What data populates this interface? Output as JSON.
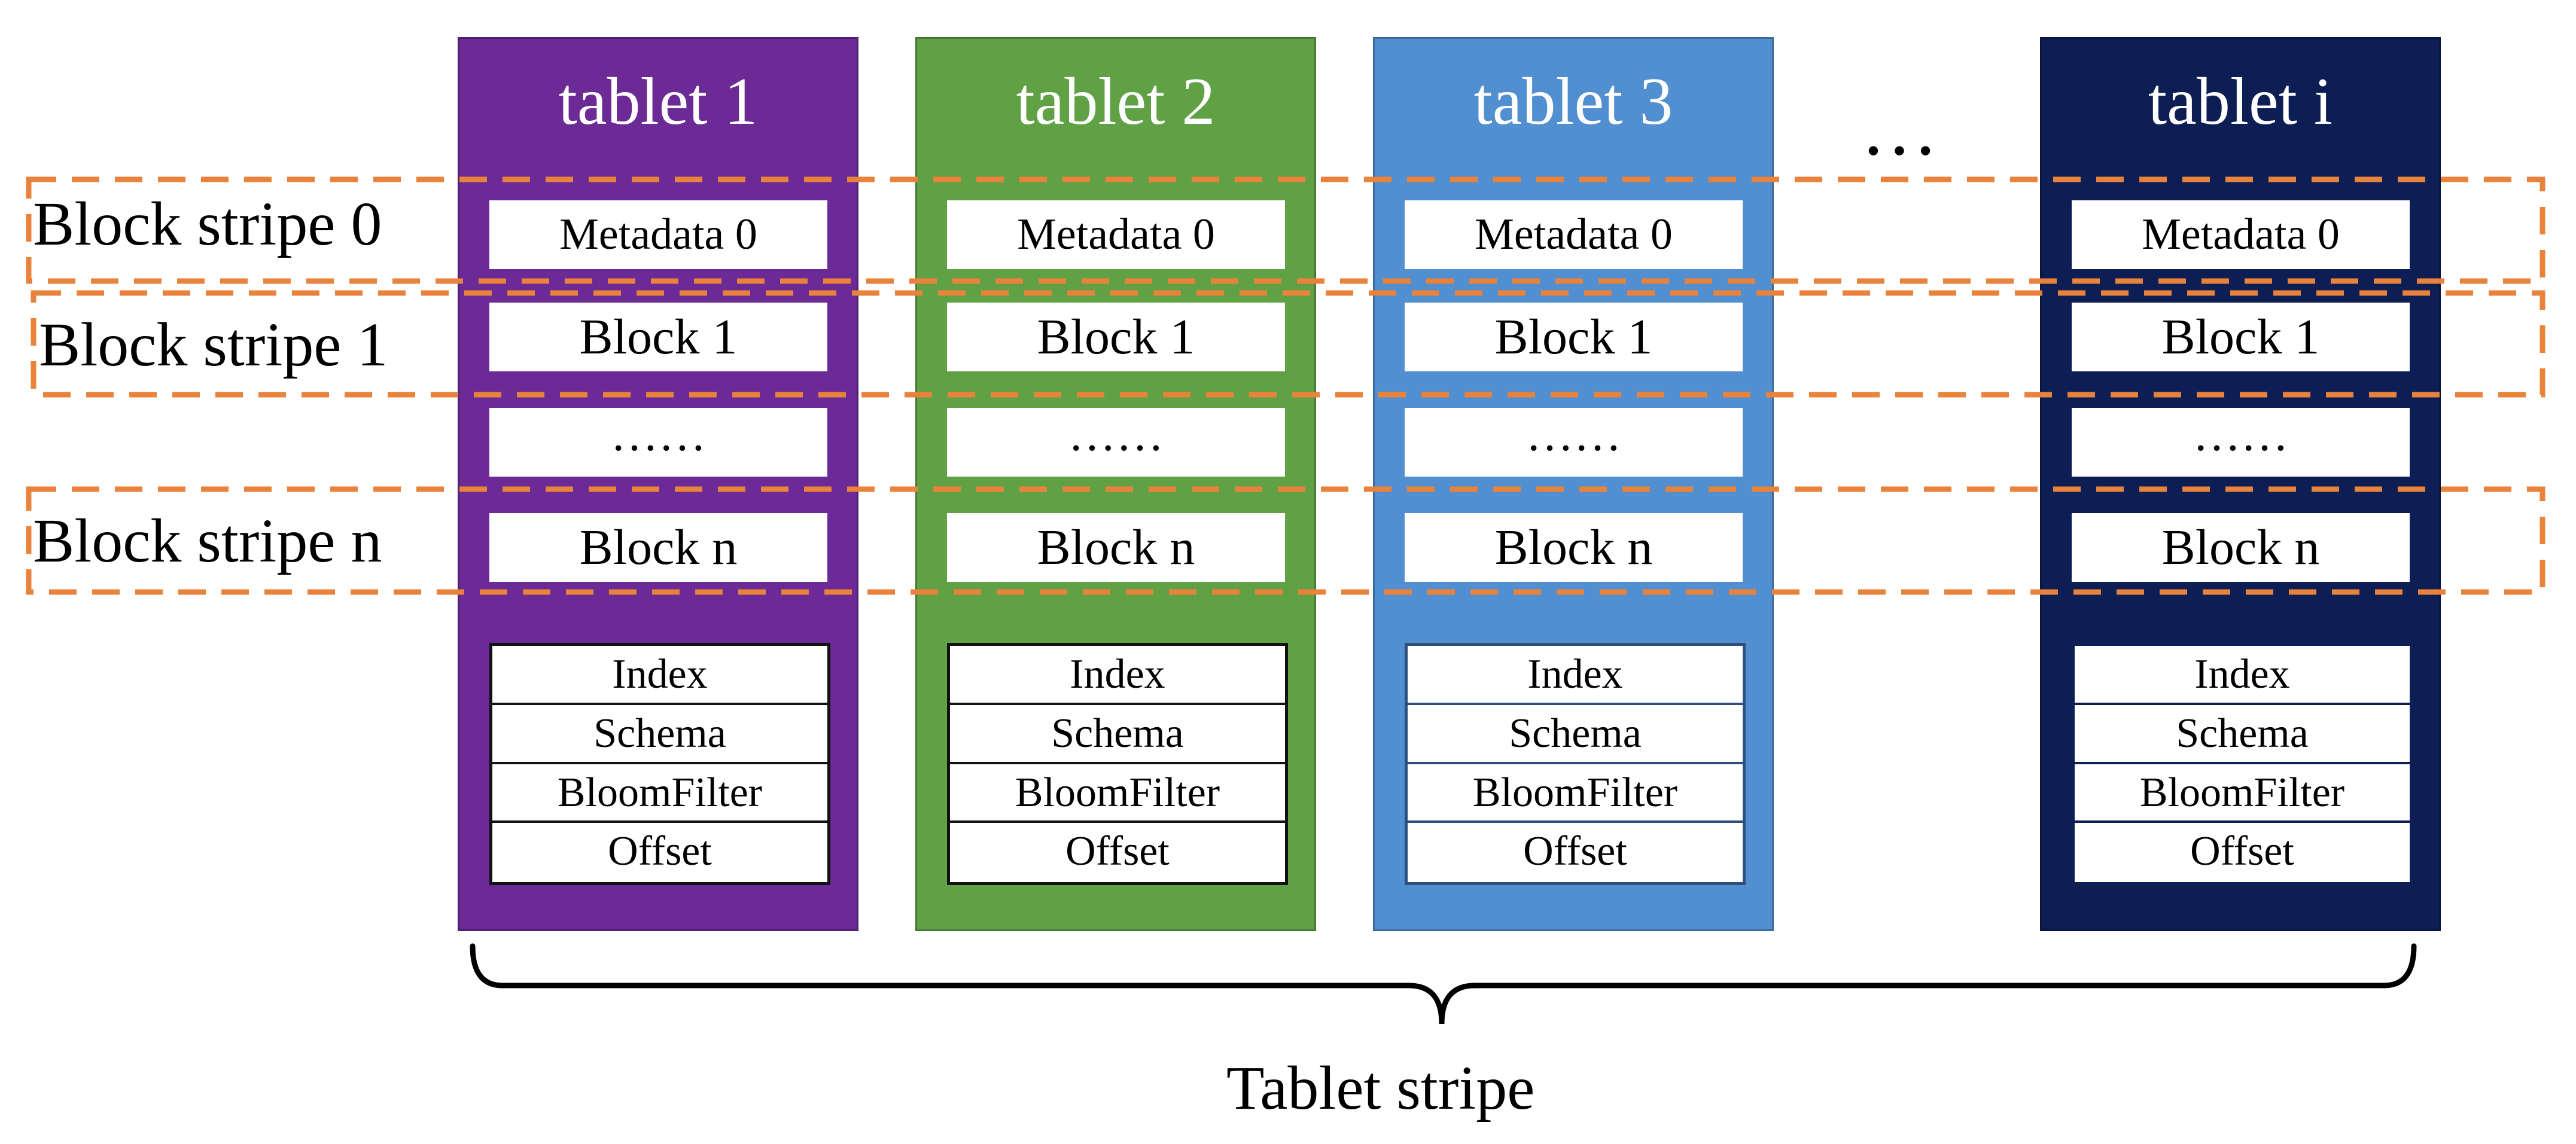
{
  "tablets": [
    {
      "title": "tablet 1",
      "color": "#6b2a96",
      "metadata": "Metadata 0",
      "block_first": "Block 1",
      "dots": "……",
      "block_last": "Block n",
      "footer": [
        "Index",
        "Schema",
        "BloomFilter",
        "Offset"
      ]
    },
    {
      "title": "tablet 2",
      "color": "#61a146",
      "metadata": "Metadata 0",
      "block_first": "Block 1",
      "dots": "……",
      "block_last": "Block n",
      "footer": [
        "Index",
        "Schema",
        "BloomFilter",
        "Offset"
      ]
    },
    {
      "title": "tablet 3",
      "color": "#518fd0",
      "metadata": "Metadata 0",
      "block_first": "Block 1",
      "dots": "……",
      "block_last": "Block n",
      "footer": [
        "Index",
        "Schema",
        "BloomFilter",
        "Offset"
      ]
    },
    {
      "title": "tablet i",
      "color": "#0c1e54",
      "metadata": "Metadata 0",
      "block_first": "Block 1",
      "dots": "……",
      "block_last": "Block n",
      "footer": [
        "Index",
        "Schema",
        "BloomFilter",
        "Offset"
      ]
    }
  ],
  "ellipsis": "…",
  "stripes": [
    {
      "label": "Block stripe 0"
    },
    {
      "label": "Block stripe 1"
    },
    {
      "label": "Block stripe n"
    }
  ],
  "tablet_stripe_label": "Tablet stripe",
  "colors": {
    "stripe_outline": "#e9823a",
    "brace": "#000000"
  }
}
